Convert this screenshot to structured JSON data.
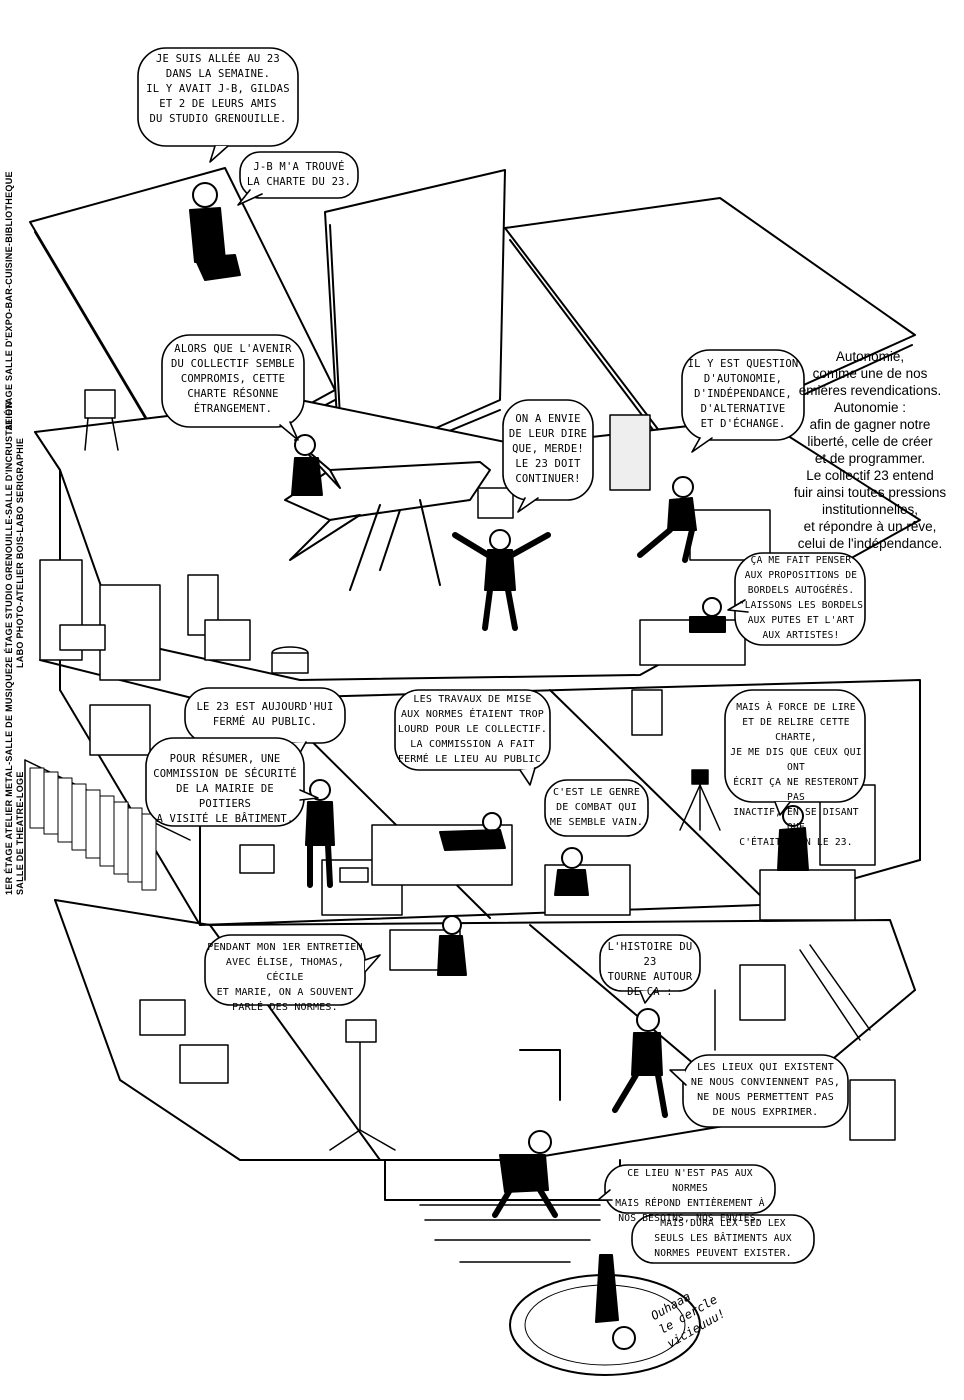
{
  "floor_labels": {
    "third": {
      "line1": "3e étage SALLE D'EXPO-BAR-CUISINE-BIBLIOTHEQUE",
      "line2": ""
    },
    "second": {
      "line1": "2e étage STUDIO GRENOUILLE-SALLE D'INCRUSTATION",
      "line2": "LABO PHOTO-ATELIER BOIS-LABO SERIGRAPHIE"
    },
    "first": {
      "line1": "1er étage ATELIER METAL-SALLE DE MUSIQUE",
      "line2": "SALLE DE THEATRE-LOGE"
    }
  },
  "prose_block": "Autonomie,\ncomme une de nos\nemières revendications.\nAutonomie :\nafin de gagner notre\nliberté, celle de créer\net de programmer.\nLe collectif 23 entend\nfuir ainsi toutes pressions\ninstitutionnelles,\net répondre à un rêve,\ncelui de l'indépendance.",
  "bubbles": {
    "b1": "Je suis allée au 23\ndans la semaine.\nIl y avait J-B, Gildas\net 2 de leurs amis\ndu studio Grenouille.",
    "b2": "J-B m'a trouvé\nla charte du 23.",
    "b3": "Alors que l'avenir\ndu collectif semble\ncompromis, cette\ncharte résonne\nétrangement.",
    "b4": "On a envie\nde leur dire\nque, merde!\nLe 23 doit\ncontinuer!",
    "b5": "Il y est question\nd'autonomie,\nd'indépendance,\nd'alternative\net d'échange.",
    "b6": "Ça me fait penser\naux propositions de\nbordels autogérés.\n\"Laissons les bordels\naux putes et l'art\naux artistes!",
    "b7": "Le 23 est aujourd'hui\nfermé au public.",
    "b8": "Les travaux de mise\naux normes étaient trop\nlourd pour le collectif.\nLa commission a fait\nfermé le lieu au public.",
    "b9": "Pour résumer, une\ncommission de sécurité\nde la mairie de Poitiers\na visité le bâtiment.",
    "b10": "C'est le genre\nde combat qui\nme semble vain.",
    "b11": "Mais à force de lire\net de relire cette charte,\nje me dis que ceux qui ont\nécrit ça ne resteront pas\ninactif, en se disant que\nc'était bien le 23.",
    "b12": "Pendant mon 1er entretien\navec Élise, Thomas, Cécile\net Marie, on a souvent\nparlé des normes.",
    "b13": "L'histoire du 23\ntourne autour\nde ça :",
    "b14": "Les lieux qui existent\nne nous conviennent pas,\nne nous permettent pas\nde nous exprimer.",
    "b15": "Ce lieu n'est pas aux normes\nmais répond entièrement à\nnos besoins, nos envies.",
    "b16": "Mais dura lex sed lex\nseuls les bâtiments aux\nnormes peuvent exister."
  },
  "exclamation": "Ouhaaa\nle cercle\nvicieuuu!"
}
